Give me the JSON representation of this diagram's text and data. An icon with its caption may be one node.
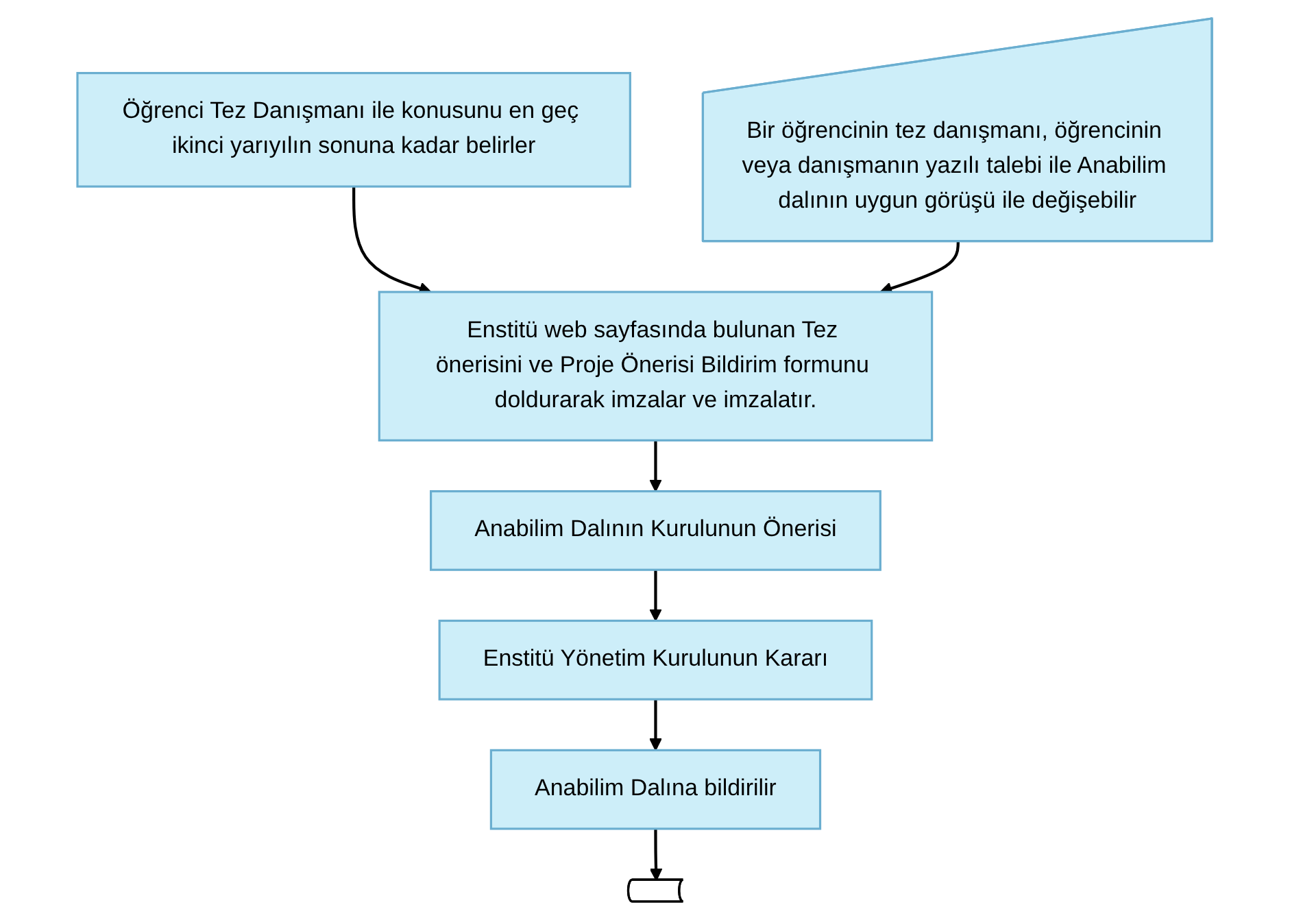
{
  "diagram": {
    "nodes": [
      {
        "text": [
          "Öğrenci Tez Danışmanı ile konusunu en geç ikinci yarıyılın sonuna kadar belirler"
        ]
      },
      {
        "text": [
          "Enstitü web sayfasında bulunan Tez önerisini ve Proje Önerisi Bildirim formunu doldurarak imzalar ve imzalatır."
        ]
      },
      {
        "text": [
          "Bir öğrencinin tez danışmanı, öğrencinin veya danışmanın yazılı talebi ile Anabilim dalının uygun görüşü ile değişebilir"
        ]
      },
      {
        "text": [
          "Anabilim Dalının Kurulunun Önerisi"
        ]
      },
      {
        "text": [
          "Enstitü Yönetim Kurulunun Kararı"
        ]
      },
      {
        "text": [
          "Anabilim Dalına bildirilir"
        ]
      },
      {
        "text": [],
        "shape": "arc"
      }
    ],
    "edges": [
      {
        "from": 0,
        "to": 1,
        "arrow": "to"
      },
      {
        "from": 2,
        "to": 1,
        "arrow": "to"
      },
      {
        "from": 1,
        "to": 3,
        "arrow": "to"
      },
      {
        "from": 3,
        "to": 4,
        "arrow": "to"
      },
      {
        "from": 4,
        "to": 5,
        "arrow": "to"
      },
      {
        "from": 5,
        "to": 6,
        "arrow": "to"
      }
    ]
  }
}
